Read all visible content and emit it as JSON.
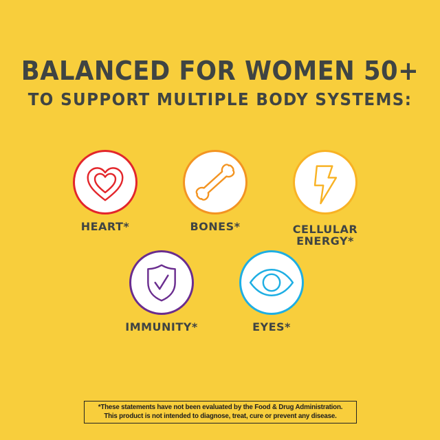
{
  "headline": {
    "line1": "BALANCED FOR WOMEN 50+",
    "line2": "TO SUPPORT MULTIPLE BODY SYSTEMS:"
  },
  "benefits": [
    {
      "label": "HEART*",
      "icon": "heart-icon",
      "color": "#e3262b"
    },
    {
      "label": "BONES*",
      "icon": "bone-icon",
      "color": "#f39422"
    },
    {
      "label_line1": "CELLULAR",
      "label_line2": "ENERGY*",
      "icon": "lightning-bolt-icon",
      "color": "#f8b224"
    },
    {
      "label": "IMMUNITY*",
      "icon": "shield-check-icon",
      "color": "#6a2d8f"
    },
    {
      "label": "EYES*",
      "icon": "eye-icon",
      "color": "#1eaee3"
    }
  ],
  "disclaimer": {
    "line1": "*These statements have not been evaluated by the Food & Drug Administration.",
    "line2": "This product is not intended to diagnose, treat, cure or prevent any disease."
  },
  "colors": {
    "background": "#f8ce3c",
    "text": "#3f4443"
  }
}
